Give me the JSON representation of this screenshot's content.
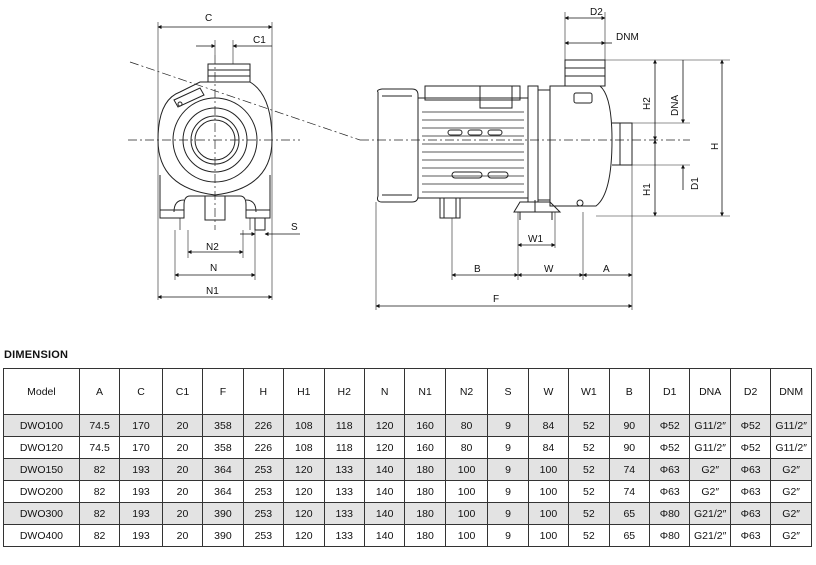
{
  "drawing": {
    "front_view_labels": {
      "c": "C",
      "c1": "C1",
      "n2": "N2",
      "n": "N",
      "n1": "N1",
      "s": "S"
    },
    "side_view_labels": {
      "d2": "D2",
      "dnm": "DNM",
      "h2": "H2",
      "dna": "DNA",
      "h": "H",
      "h1": "H1",
      "d1": "D1",
      "w1": "W1",
      "b": "B",
      "w": "W",
      "a": "A",
      "f": "F"
    }
  },
  "section_title": "DIMENSION",
  "table": {
    "headers": [
      "Model",
      "A",
      "C",
      "C1",
      "F",
      "H",
      "H1",
      "H2",
      "N",
      "N1",
      "N2",
      "S",
      "W",
      "W1",
      "B",
      "D1",
      "DNA",
      "D2",
      "DNM"
    ],
    "rows": [
      [
        "DWO100",
        "74.5",
        "170",
        "20",
        "358",
        "226",
        "108",
        "118",
        "120",
        "160",
        "80",
        "9",
        "84",
        "52",
        "90",
        "Φ52",
        "G11/2″",
        "Φ52",
        "G11/2″"
      ],
      [
        "DWO120",
        "74.5",
        "170",
        "20",
        "358",
        "226",
        "108",
        "118",
        "120",
        "160",
        "80",
        "9",
        "84",
        "52",
        "90",
        "Φ52",
        "G11/2″",
        "Φ52",
        "G11/2″"
      ],
      [
        "DWO150",
        "82",
        "193",
        "20",
        "364",
        "253",
        "120",
        "133",
        "140",
        "180",
        "100",
        "9",
        "100",
        "52",
        "74",
        "Φ63",
        "G2″",
        "Φ63",
        "G2″"
      ],
      [
        "DWO200",
        "82",
        "193",
        "20",
        "364",
        "253",
        "120",
        "133",
        "140",
        "180",
        "100",
        "9",
        "100",
        "52",
        "74",
        "Φ63",
        "G2″",
        "Φ63",
        "G2″"
      ],
      [
        "DWO300",
        "82",
        "193",
        "20",
        "390",
        "253",
        "120",
        "133",
        "140",
        "180",
        "100",
        "9",
        "100",
        "52",
        "65",
        "Φ80",
        "G21/2″",
        "Φ63",
        "G2″"
      ],
      [
        "DWO400",
        "82",
        "193",
        "20",
        "390",
        "253",
        "120",
        "133",
        "140",
        "180",
        "100",
        "9",
        "100",
        "52",
        "65",
        "Φ80",
        "G21/2″",
        "Φ63",
        "G2″"
      ]
    ]
  }
}
